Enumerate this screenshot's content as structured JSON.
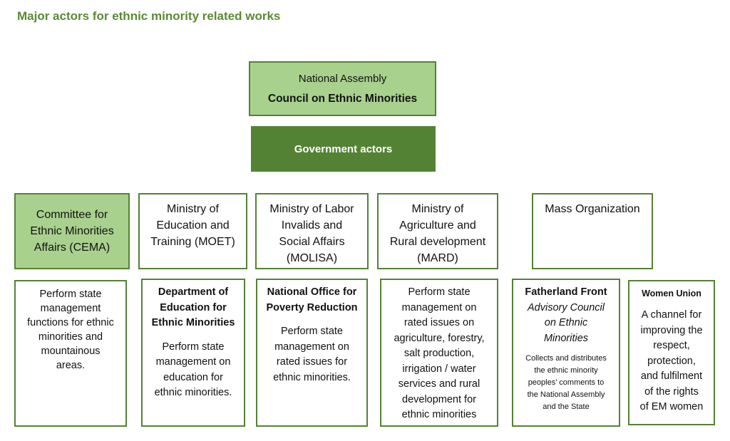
{
  "title": "Major actors for ethnic minority related works",
  "top": {
    "national_assembly": "National Assembly",
    "council": "Council on Ethnic Minorities"
  },
  "government": "Government actors",
  "actors": [
    {
      "name": "Committee for\nEthnic Minorities\nAffairs (CEMA)",
      "desc": "Perform state\nmanagement\nfunctions for ethnic\nminorities and\nmountainous\nareas."
    },
    {
      "name": "Ministry of\nEducation and\nTraining (MOET)",
      "unit": "Department of\nEducation for\nEthnic Minorities",
      "desc": "Perform state\nmanagement on\neducation for\nethnic minorities."
    },
    {
      "name": "Ministry of Labor\nInvalids and\nSocial Affairs\n(MOLISA)",
      "unit": "National Office for\nPoverty Reduction",
      "desc": "Perform state\nmanagement on\nrated issues for\nethnic minorities."
    },
    {
      "name": "Ministry of\nAgriculture and\nRural development\n(MARD)",
      "desc": "Perform state\nmanagement on\nrated issues on\nagriculture, forestry,\nsalt production,\nirrigation / water\nservices and rural\ndevelopment for\nethnic minorities"
    }
  ],
  "mass_org": {
    "label": "Mass Organization",
    "fatherland": {
      "name": "Fatherland Front",
      "council": "Advisory Council\non Ethnic\nMinorities",
      "desc": "Collects and distributes\nthe ethnic minority\npeoples’ comments to\nthe National Assembly\nand the State"
    },
    "women": {
      "name": "Women Union",
      "desc": "A channel for\nimproving the\nrespect,\nprotection,\nand fulfilment\nof the rights\nof EM women"
    }
  }
}
